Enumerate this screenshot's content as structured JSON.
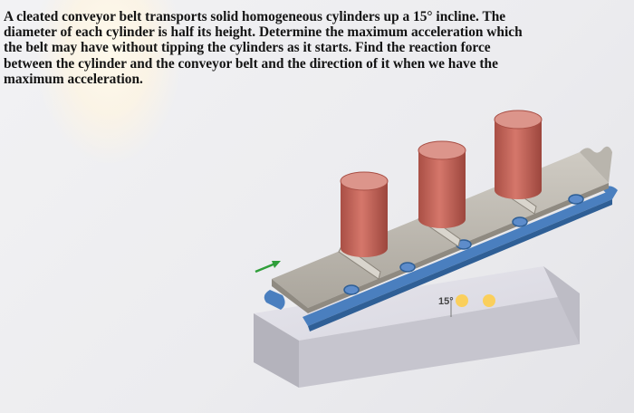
{
  "problem": {
    "lines": [
      "A cleated conveyor belt transports solid homogeneous cylinders up a 15° incline. The",
      "diameter of each cylinder is half its height. Determine the maximum acceleration which",
      "the belt may have without tipping the cylinders as it starts. Find the reaction force",
      "between the cylinder and the conveyor belt and the direction of it when we have the",
      "maximum acceleration."
    ]
  },
  "figure": {
    "angle_label": "15°",
    "colors": {
      "cylinder": "#c9685d",
      "cylinder_top": "#dc958b",
      "belt": "#b9b5ad",
      "rail": "#3e6fa8",
      "base": "#c4c3cc",
      "arrow": "#2f9e3a"
    }
  }
}
